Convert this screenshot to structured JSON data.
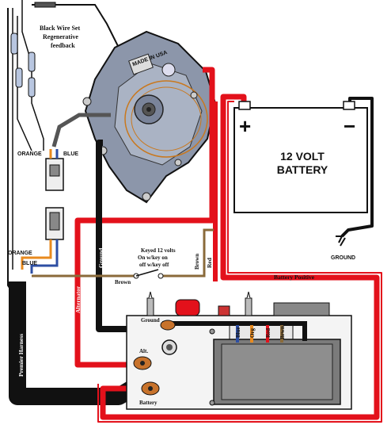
{
  "labels": {
    "black_wire_note_line1": "Black Wire Set",
    "black_wire_note_line2": "Regenerative",
    "black_wire_note_line3": "feedback",
    "orange_top": "ORANGE",
    "blue_top": "BLUE",
    "orange_bottom": "ORANGE",
    "blue_bottom": "BLUE",
    "battery_title_line1": "12 VOLT",
    "battery_title_line2": "BATTERY",
    "battery_plus": "+",
    "battery_minus": "−",
    "ground_right": "GROUND",
    "ground_wire": "Ground",
    "brown_vertical": "Brown",
    "red_vertical": "Red",
    "brown_horizontal": "Brown",
    "battery_positive": "Battery Positive",
    "alternator_wire": "Alternator",
    "premier_harness": "Premier Harness",
    "key_note_line1": "Keyed 12 volts",
    "key_note_line2": "On w/key on",
    "key_note_line3": "off w/key off",
    "box_ground": "Ground",
    "box_alt": "Alt.",
    "box_battery": "Battery",
    "fuse_labels": [
      "Blue",
      "Org",
      "Red",
      "Brwn"
    ],
    "made_in_usa": "MADE IN USA"
  },
  "colors": {
    "red_wire": "#e3111b",
    "black_wire": "#111111",
    "brown_wire": "#8a6a3a",
    "orange_wire": "#e88a1e",
    "blue_wire": "#2d4ea3",
    "battery_fill": "#ffffff",
    "control_box": "#f4f4f4"
  }
}
